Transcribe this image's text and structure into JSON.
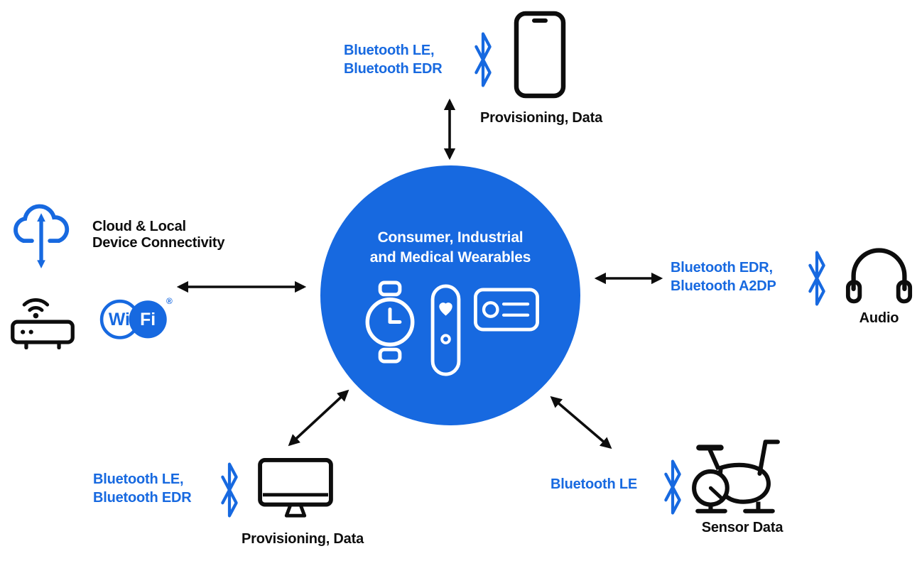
{
  "colors": {
    "blue": "#1769E0",
    "ink": "#0D0D0D",
    "bg": "#FFFFFF"
  },
  "center": {
    "title_line1": "Consumer, Industrial",
    "title_line2": "and Medical Wearables",
    "icons": [
      "smartwatch-icon",
      "fitness-band-icon",
      "id-badge-icon"
    ]
  },
  "top": {
    "protocol_line1": "Bluetooth LE,",
    "protocol_line2": "Bluetooth EDR",
    "caption": "Provisioning, Data",
    "icon": "smartphone-icon",
    "protocol_icon": "bluetooth-icon"
  },
  "left": {
    "label_line1": "Cloud & Local",
    "label_line2": "Device Connectivity",
    "icons": [
      "cloud-sync-icon",
      "wifi-router-icon",
      "wifi-logo"
    ],
    "wifi_logo": {
      "wi": "Wi",
      "fi": "Fi",
      "registered": "®"
    }
  },
  "right": {
    "protocol_line1": "Bluetooth EDR,",
    "protocol_line2": "Bluetooth A2DP",
    "caption": "Audio",
    "icon": "headphones-icon",
    "protocol_icon": "bluetooth-icon"
  },
  "bottom_left": {
    "protocol_line1": "Bluetooth LE,",
    "protocol_line2": "Bluetooth EDR",
    "caption": "Provisioning, Data",
    "icon": "desktop-monitor-icon",
    "protocol_icon": "bluetooth-icon"
  },
  "bottom_right": {
    "protocol_line1": "Bluetooth LE",
    "caption": "Sensor Data",
    "icon": "exercise-bike-icon",
    "protocol_icon": "bluetooth-icon"
  }
}
